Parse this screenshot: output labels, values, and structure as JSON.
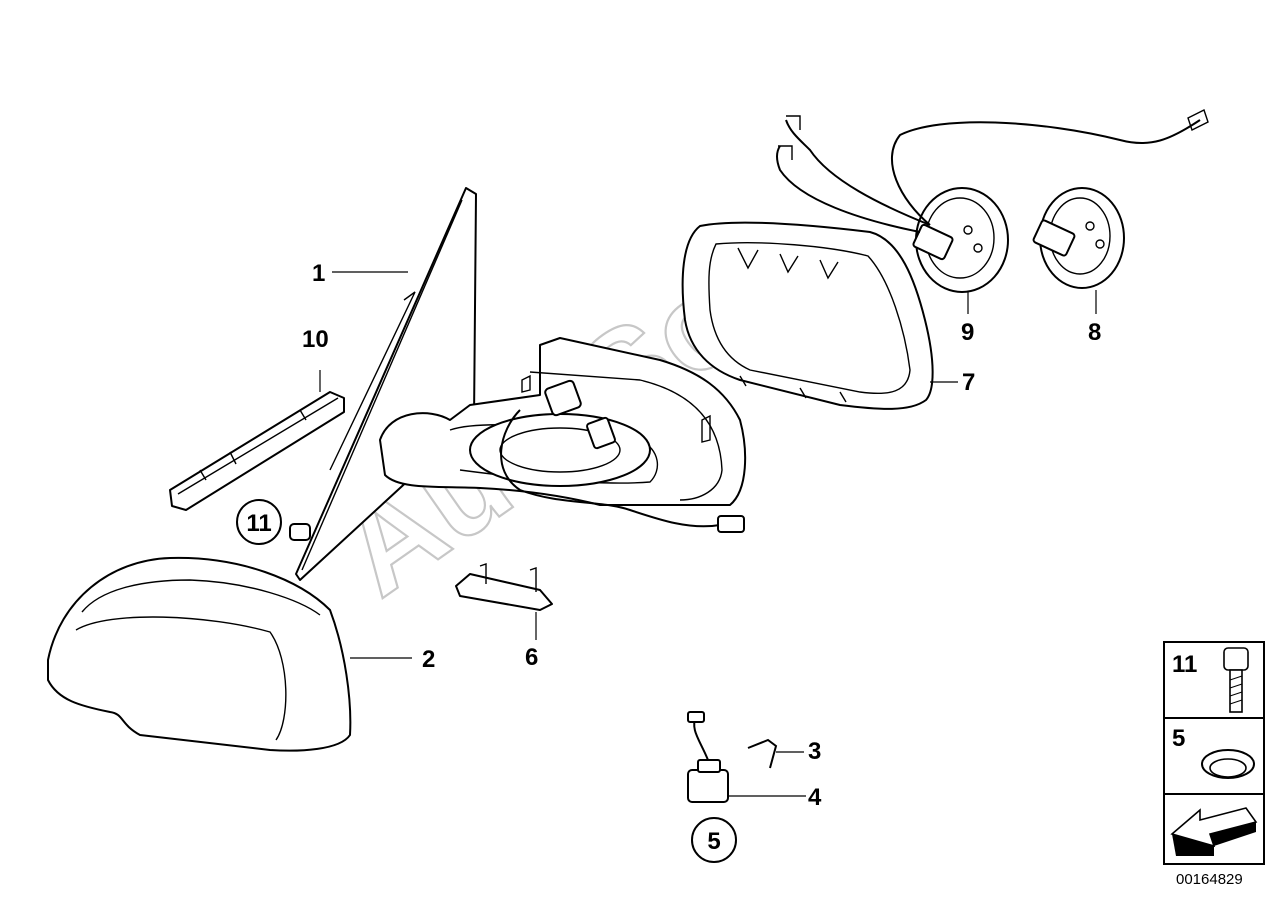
{
  "diagram": {
    "watermark": "AutoSoft",
    "document_number": "00164829",
    "callouts": [
      {
        "id": "1",
        "text": "1"
      },
      {
        "id": "2",
        "text": "2"
      },
      {
        "id": "3",
        "text": "3"
      },
      {
        "id": "4",
        "text": "4"
      },
      {
        "id": "5",
        "text": "5"
      },
      {
        "id": "6",
        "text": "6"
      },
      {
        "id": "7",
        "text": "7"
      },
      {
        "id": "8",
        "text": "8"
      },
      {
        "id": "9",
        "text": "9"
      },
      {
        "id": "10",
        "text": "10"
      },
      {
        "id": "11",
        "text": "11"
      }
    ],
    "circled_refs": [
      {
        "id": "11",
        "text": "11"
      },
      {
        "id": "5",
        "text": "5"
      }
    ],
    "legend": [
      {
        "number": "11",
        "icon": "bolt-icon"
      },
      {
        "number": "5",
        "icon": "washer-icon"
      },
      {
        "number": "",
        "icon": "arrow-icon"
      }
    ]
  }
}
